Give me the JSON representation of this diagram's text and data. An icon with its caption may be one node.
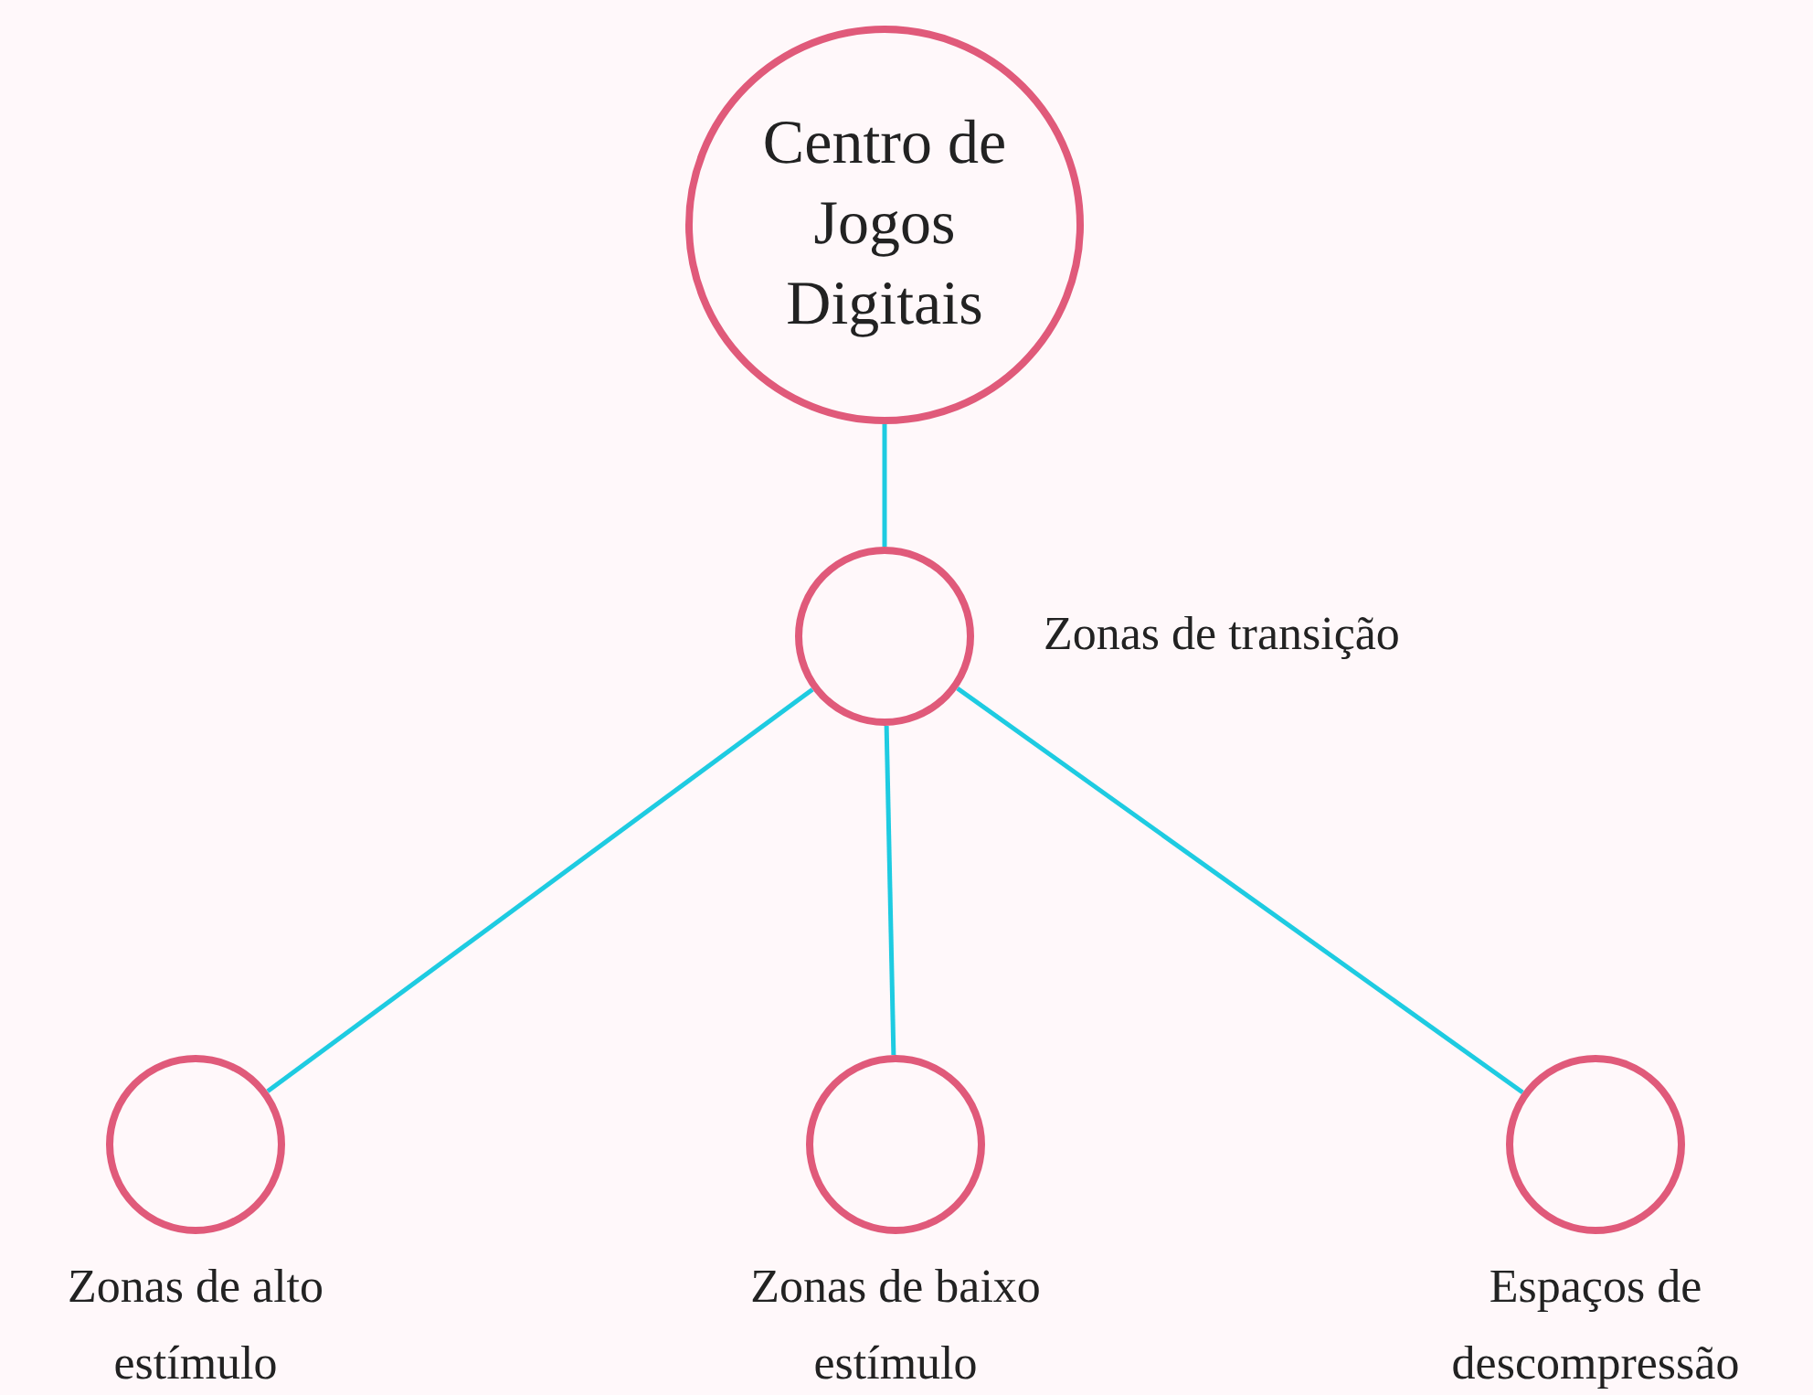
{
  "diagram": {
    "nodes": [
      {
        "text": [
          "Centro de Jogos Digitais"
        ]
      },
      {
        "text": [],
        "shape": "circle",
        "beside": [
          "Zonas de transição"
        ]
      },
      {
        "text": [],
        "shape": "circle",
        "beside": [
          "Zonas de alto estímulo"
        ]
      },
      {
        "text": [],
        "shape": "circle",
        "beside": [
          "Zonas de baixo estímulo"
        ]
      },
      {
        "text": [],
        "shape": "circle",
        "beside": [
          "Espaços de descompressão"
        ]
      }
    ],
    "edges": [
      {
        "from": 0,
        "to": 1,
        "arrow": "none"
      },
      {
        "from": 1,
        "to": 2,
        "arrow": "none"
      },
      {
        "from": 1,
        "to": 3,
        "arrow": "none"
      },
      {
        "from": 1,
        "to": 4,
        "arrow": "none"
      }
    ]
  }
}
